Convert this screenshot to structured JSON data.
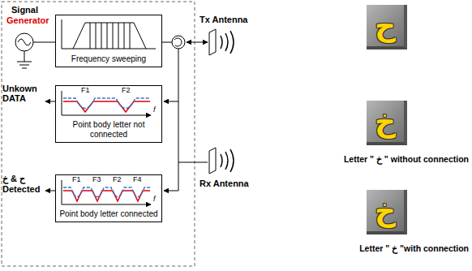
{
  "diagram": {
    "nodes": [
      {
        "text": [
          "Frequency sweeping"
        ]
      },
      {
        "text": [
          "Point body letter not connected"
        ]
      },
      {
        "text": [
          "Point body letter connected"
        ]
      },
      {
        "text": [
          "ح"
        ]
      },
      {
        "text": [
          "خ"
        ]
      },
      {
        "text": [
          "خ"
        ]
      }
    ],
    "labels": [
      "Signal",
      "Generator",
      "Unkown DATA",
      "F1",
      "F2",
      "f",
      "ح & خ Detected",
      "F1",
      "F3",
      "F2",
      "F4",
      "f",
      "Tx Antenna",
      "Rx Antenna",
      "Letter \" خ \" without connection",
      "Letter \" خ \"with connection"
    ]
  }
}
